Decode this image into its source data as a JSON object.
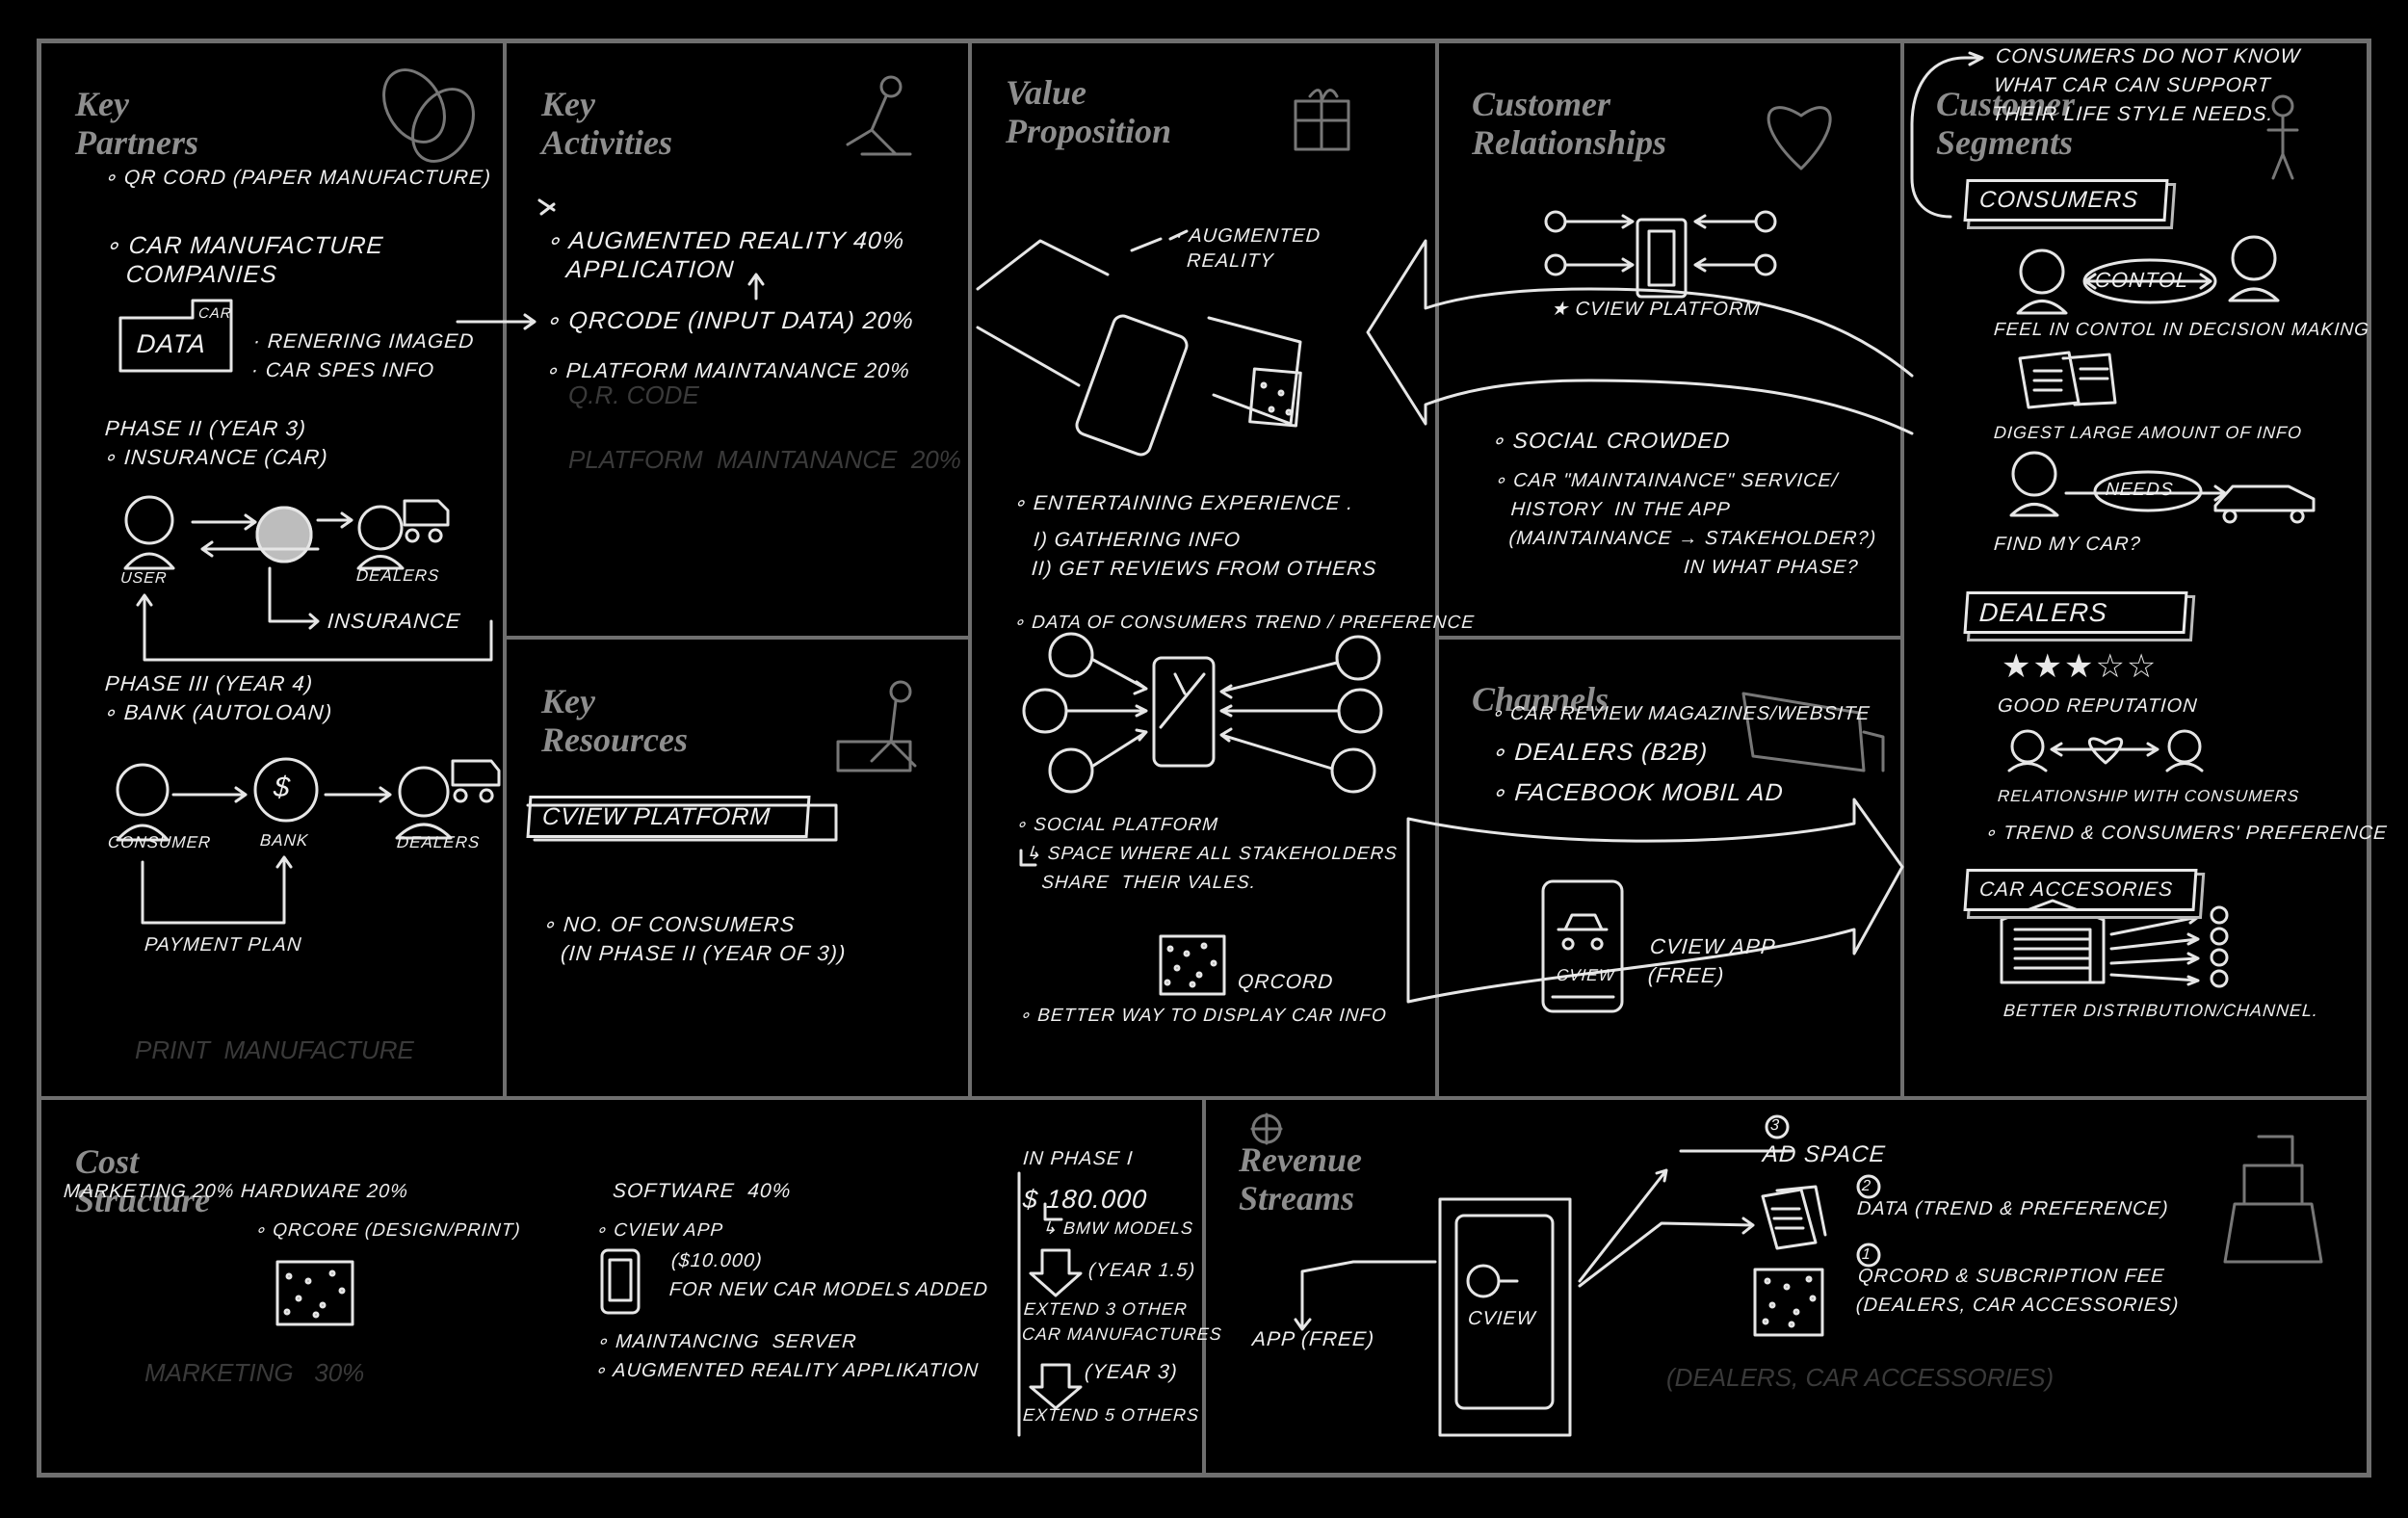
{
  "canvas": {
    "key_partners": {
      "title": "Key\nPartners",
      "notes": [
        "∘ QR CORD (PAPER MANUFACTURE)",
        "∘ CAR MANUFACTURE\n   COMPANIES",
        "· RENERING IMAGED\n· CAR SPES INFO",
        "PHASE II (YEAR 3)\n∘ INSURANCE (CAR)",
        "PHASE III (YEAR 4)\n∘ BANK (AUTOLOAN)"
      ],
      "data_box": "DATA",
      "data_box_tag": "CAR",
      "labels": {
        "user": "USER",
        "dealers_1": "DEALERS",
        "insurance": "INSURANCE",
        "consumer": "CONSUMER",
        "bank": "BANK",
        "dealers_2": "DEALERS",
        "payment_plan": "PAYMENT PLAN"
      }
    },
    "key_activities": {
      "title": "Key\nActivities",
      "notes": [
        "∘ AUGMENTED REALITY 40%\n   APPLICATION",
        "∘ QRCODE (INPUT DATA) 20%",
        "∘ PLATFORM MAINTANANCE 20%"
      ]
    },
    "key_resources": {
      "title": "Key\nResources",
      "platform_box": "CVIEW PLATFORM",
      "notes": [
        "∘ NO. OF CONSUMERS\n   (IN PHASE II (YEAR OF 3))"
      ]
    },
    "value_proposition": {
      "title": "Value\nProposition",
      "notes": [
        "· AUGMENTED\n  REALITY",
        "∘ ENTERTAINING EXPERIENCE .",
        "i) GATHERING INFO\nii) GET REVIEWS FROM OTHERS",
        "∘ DATA OF CONSUMERS TREND / PREFERENCE",
        "∘ SOCIAL PLATFORM\n  ↳ SPACE WHERE ALL STAKEHOLDERS\n     SHARE  THEIR VALES.",
        "QRCORD",
        "∘ BETTER WAY TO DISPLAY CAR INFO"
      ]
    },
    "customer_relationships": {
      "title": "Customer\nRelationships",
      "platform_label": "★ CVIEW PLATFORM",
      "notes": [
        "∘ SOCIAL CROWDED",
        "∘ CAR \"MAINTAINANCE\" SERVICE/\n   HISTORY  IN THE APP\n   (MAINTAINANCE → STAKEHOLDER?)\n                               IN WHAT PHASE?"
      ]
    },
    "channels": {
      "title": "Channels",
      "notes": [
        "∘ CAR REVIEW MAGAZINES/WEBSITE",
        "∘ DEALERS (B2B)",
        "∘ FACEBOOK MOBIL AD"
      ],
      "app_label": "CVIEW APP\n(FREE)",
      "phone_label": "CVIEW"
    },
    "customer_segments": {
      "title": "Customer\nSegments",
      "top_note": "CONSUMERS DO NOT KNOW\nWHAT CAR CAN SUPPORT\nTHEIR LIFE STYLE NEEDS.",
      "consumers_box": "CONSUMERS",
      "control_label": "CONTOL",
      "notes": [
        "FEEL IN CONTOL IN DECISION MAKING",
        "DIGEST LARGE AMOUNT OF INFO",
        "FIND MY CAR?"
      ],
      "needs_label": "NEEDS",
      "dealers_box": "DEALERS",
      "stars": "★★★☆☆",
      "dealer_notes": [
        "GOOD REPUTATION",
        "RELATIONSHIP WITH CONSUMERS",
        "∘ TREND & CONSUMERS' PREFERENCE"
      ],
      "accessories_box": "CAR ACCESORIES",
      "accessories_note": "BETTER DISTRIBUTION/CHANNEL."
    },
    "cost_structure": {
      "title": "Cost\nStructure",
      "notes": [
        "MARKETING 20% HARDWARE 20%",
        "∘ QRCORE (DESIGN/PRINT)",
        "SOFTWARE  40%",
        "∘ CVIEW APP",
        "($10.000)\nFOR NEW CAR MODELS ADDED",
        "∘ MAINTANCING  SERVER\n∘ AUGMENTED REALITY APPLIKATION",
        "IN PHASE I",
        "$ 180.000",
        "↳ BMW MODELS",
        "(YEAR 1.5)",
        "EXTEND 3 OTHER\nCAR MANUFACTURES",
        "(YEAR 3)",
        "EXTEND 5 OTHERS"
      ]
    },
    "revenue_streams": {
      "title": "Revenue\nStreams",
      "phone_label": "CVIEW",
      "app_free": "APP (FREE)",
      "items": [
        {
          "num": "3",
          "text": "AD SPACE"
        },
        {
          "num": "2",
          "text": "DATA (TREND & PREFERENCE)"
        },
        {
          "num": "1",
          "text": "QRCORD & SUBCRIPTION FEE\n(DEALERS, CAR ACCESSORIES)"
        }
      ]
    }
  },
  "colors": {
    "background": "#000000",
    "grid": "#6f6f6f",
    "ink": "#ececec",
    "title": "#8e8e8e"
  }
}
